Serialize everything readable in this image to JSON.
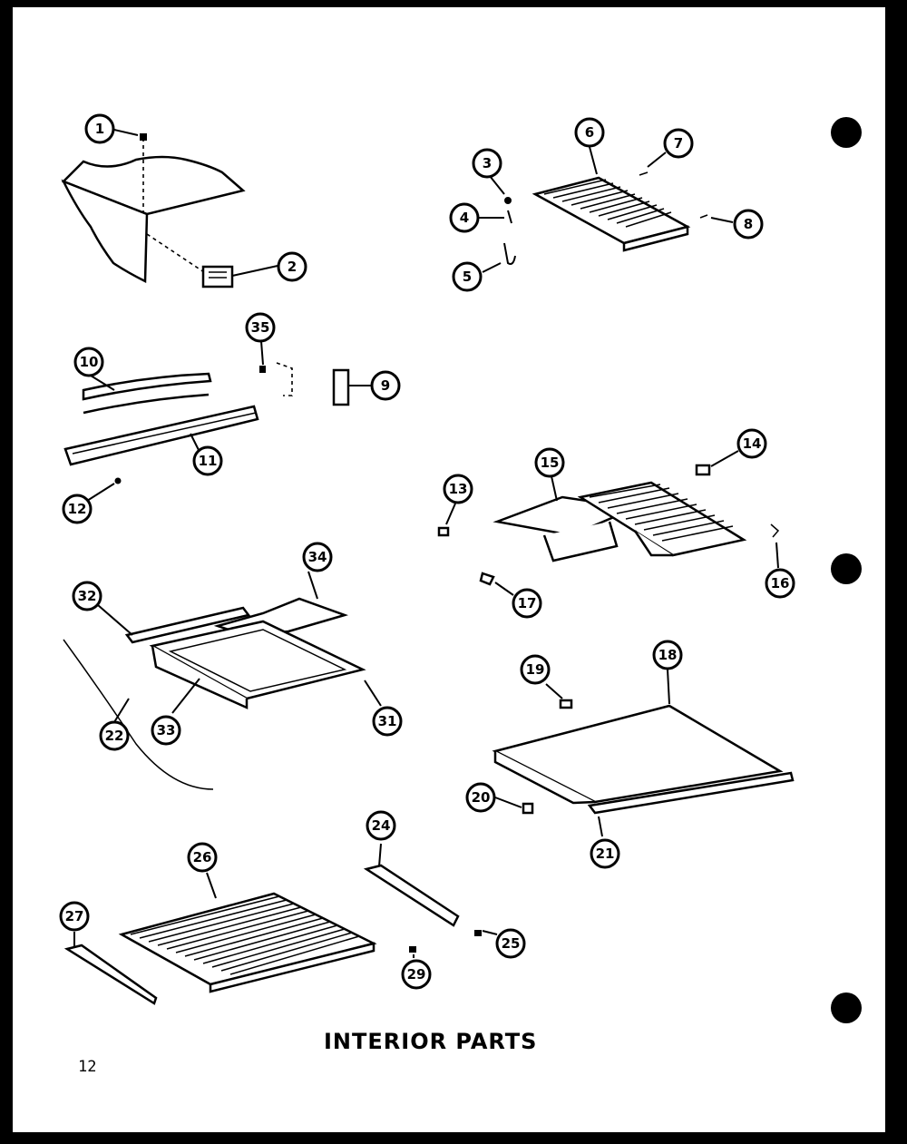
{
  "diagram": {
    "title": "INTERIOR PARTS",
    "page_number": "12",
    "callouts": [
      {
        "label": "1"
      },
      {
        "label": "2"
      },
      {
        "label": "3"
      },
      {
        "label": "4"
      },
      {
        "label": "5"
      },
      {
        "label": "6"
      },
      {
        "label": "7"
      },
      {
        "label": "8"
      },
      {
        "label": "9"
      },
      {
        "label": "10"
      },
      {
        "label": "11"
      },
      {
        "label": "12"
      },
      {
        "label": "13"
      },
      {
        "label": "14"
      },
      {
        "label": "15"
      },
      {
        "label": "16"
      },
      {
        "label": "17"
      },
      {
        "label": "19"
      },
      {
        "label": "18"
      },
      {
        "label": "20"
      },
      {
        "label": "21"
      },
      {
        "label": "22"
      },
      {
        "label": "33"
      },
      {
        "label": "31"
      },
      {
        "label": "32"
      },
      {
        "label": "34"
      },
      {
        "label": "35"
      },
      {
        "label": "24"
      },
      {
        "label": "25"
      },
      {
        "label": "26"
      },
      {
        "label": "27"
      },
      {
        "label": "29"
      }
    ]
  }
}
